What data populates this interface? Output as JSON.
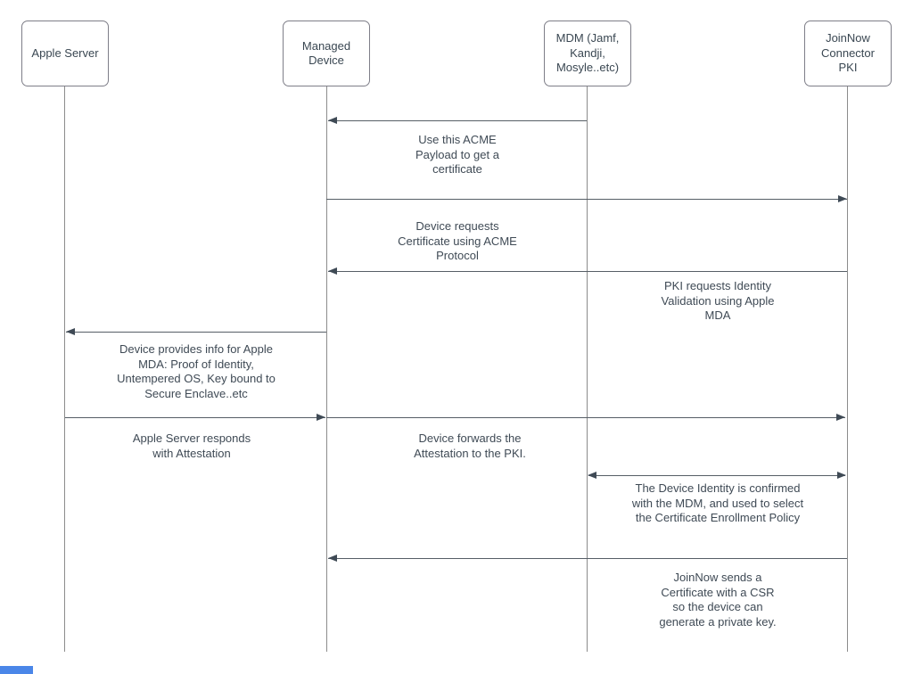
{
  "colors": {
    "box_border": "#7e7e88",
    "text": "#3f4a55",
    "arrow": "#565e66",
    "accent_blue": "#4a86e8"
  },
  "actors": [
    {
      "id": "apple-server",
      "label": "Apple Server"
    },
    {
      "id": "managed-device",
      "label": "Managed\nDevice"
    },
    {
      "id": "mdm",
      "label": "MDM (Jamf,\nKandji,\nMosyle..etc)"
    },
    {
      "id": "joinnow-pki",
      "label": "JoinNow\nConnector\nPKI"
    }
  ],
  "messages": [
    {
      "from": "mdm",
      "to": "managed-device",
      "direction": "left",
      "label": "Use this ACME\nPayload to get a\ncertificate"
    },
    {
      "from": "managed-device",
      "to": "joinnow-pki",
      "direction": "right",
      "label": "Device requests\nCertificate using ACME\nProtocol"
    },
    {
      "from": "joinnow-pki",
      "to": "managed-device",
      "direction": "left",
      "label": "PKI requests Identity\nValidation using Apple\nMDA"
    },
    {
      "from": "managed-device",
      "to": "apple-server",
      "direction": "left",
      "label": "Device provides info for Apple\nMDA: Proof of Identity,\nUntempered OS, Key bound to\nSecure Enclave..etc"
    },
    {
      "from": "apple-server",
      "to": "managed-device",
      "direction": "right",
      "label": "Apple Server responds\nwith Attestation"
    },
    {
      "from": "managed-device",
      "to": "joinnow-pki",
      "direction": "right",
      "label": "Device forwards the\nAttestation to the PKI."
    },
    {
      "from": "mdm",
      "to": "joinnow-pki",
      "direction": "both",
      "label": "The Device Identity is confirmed\nwith the MDM, and used to select\nthe Certificate Enrollment Policy"
    },
    {
      "from": "joinnow-pki",
      "to": "managed-device",
      "direction": "left",
      "label": "JoinNow sends a\nCertificate with a CSR\nso the device can\ngenerate a private key."
    }
  ]
}
